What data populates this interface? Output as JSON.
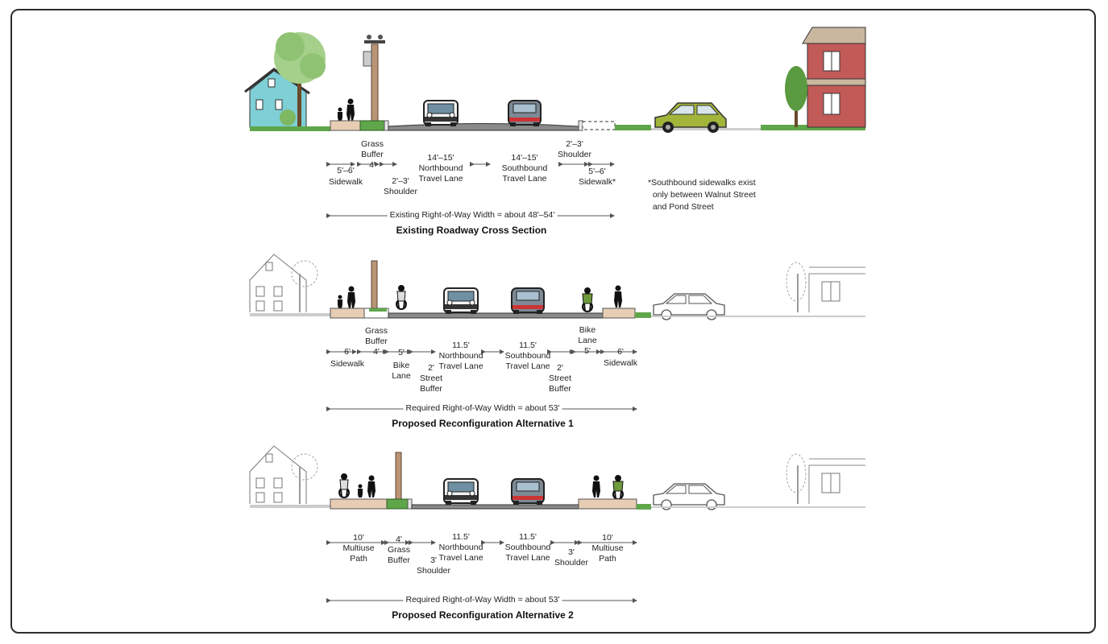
{
  "sections": [
    {
      "title": "Existing Roadway Cross Section",
      "row_label": "Existing Right-of-Way Width = about 48'–54'",
      "dims": [
        {
          "top": "5'–6'",
          "bottom": "Sidewalk"
        },
        {
          "top": "Grass\nBuffer\n4'",
          "bottom": ""
        },
        {
          "top": "",
          "bottom": "2'–3'\nShoulder"
        },
        {
          "top": "14'–15'\nNorthbound\nTravel Lane",
          "bottom": ""
        },
        {
          "top": "14'–15'\nSouthbound\nTravel Lane",
          "bottom": ""
        },
        {
          "top": "2'–3'\nShoulder",
          "bottom": ""
        },
        {
          "top": "5'–6'",
          "bottom": "Sidewalk*"
        }
      ],
      "note": "*Southbound sidewalks exist\n  only between Walnut Street\n  and Pond Street"
    },
    {
      "title": "Proposed Reconfiguration Alternative 1",
      "row_label": "Required Right-of-Way Width = about 53'",
      "dims": [
        {
          "top": "6'",
          "bottom": "Sidewalk"
        },
        {
          "top": "Grass\nBuffer\n4'",
          "bottom": ""
        },
        {
          "top": "5'",
          "bottom": "Bike\nLane"
        },
        {
          "top": "",
          "bottom": "2'\nStreet\nBuffer"
        },
        {
          "top": "11.5'\nNorthbound\nTravel Lane",
          "bottom": ""
        },
        {
          "top": "11.5'\nSouthbound\nTravel Lane",
          "bottom": ""
        },
        {
          "top": "",
          "bottom": "2'\nStreet\nBuffer"
        },
        {
          "top": "Bike\nLane\n5'",
          "bottom": ""
        },
        {
          "top": "6'",
          "bottom": "Sidewalk"
        }
      ]
    },
    {
      "title": "Proposed Reconfiguration Alternative 2",
      "row_label": "Required Right-of-Way Width = about 53'",
      "dims": [
        {
          "top": "10'\nMultiuse\nPath",
          "bottom": ""
        },
        {
          "top": "4'\nGrass\nBuffer",
          "bottom": ""
        },
        {
          "top": "",
          "bottom": "3'\nShoulder"
        },
        {
          "top": "11.5'\nNorthbound\nTravel Lane",
          "bottom": ""
        },
        {
          "top": "11.5'\nSouthbound\nTravel Lane",
          "bottom": ""
        },
        {
          "top": "3'\nShoulder",
          "bottom": ""
        },
        {
          "top": "10'\nMultiuse\nPath",
          "bottom": ""
        }
      ]
    }
  ],
  "colors": {
    "house_blue": "#7ecfd6",
    "house_red": "#c25a57",
    "grass": "#5fa64a",
    "car_green": "#a2b43a",
    "pavement": "#8a8a8a",
    "sidewalk": "#e6cdb4"
  }
}
